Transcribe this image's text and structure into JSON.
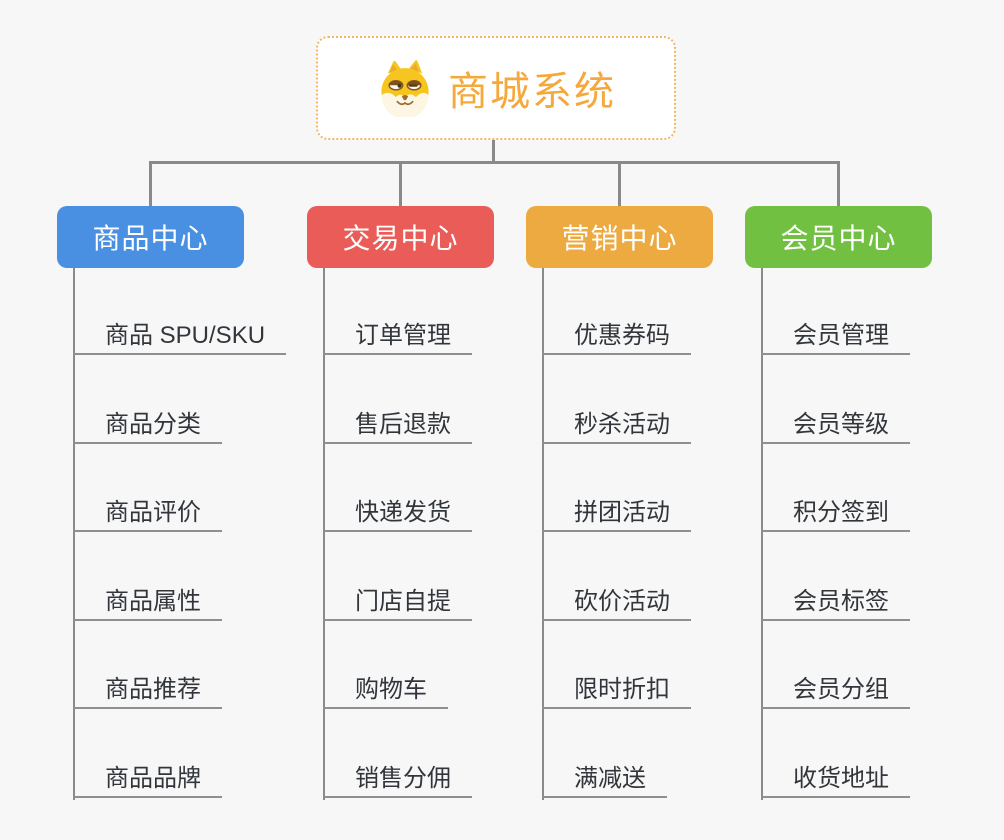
{
  "root": {
    "title": "商城系统",
    "icon": "doge-icon"
  },
  "branches": [
    {
      "label": "商品中心",
      "color": "#4a90e2",
      "children": [
        "商品 SPU/SKU",
        "商品分类",
        "商品评价",
        "商品属性",
        "商品推荐",
        "商品品牌"
      ]
    },
    {
      "label": "交易中心",
      "color": "#ea5c58",
      "children": [
        "订单管理",
        "售后退款",
        "快递发货",
        "门店自提",
        "购物车",
        "销售分佣"
      ]
    },
    {
      "label": "营销中心",
      "color": "#edaa40",
      "children": [
        "优惠券码",
        "秒杀活动",
        "拼团活动",
        "砍价活动",
        "限时折扣",
        "满减送"
      ]
    },
    {
      "label": "会员中心",
      "color": "#72c041",
      "children": [
        "会员管理",
        "会员等级",
        "积分签到",
        "会员标签",
        "会员分组",
        "收货地址"
      ]
    }
  ],
  "colors": {
    "background": "#f7f7f7",
    "connector": "#8a8a8a",
    "underline": "#8f8f8f",
    "leaf_text": "#32363b",
    "root_title": "#f5a83c",
    "root_border": "#efb766",
    "root_background": "#ffffff"
  }
}
